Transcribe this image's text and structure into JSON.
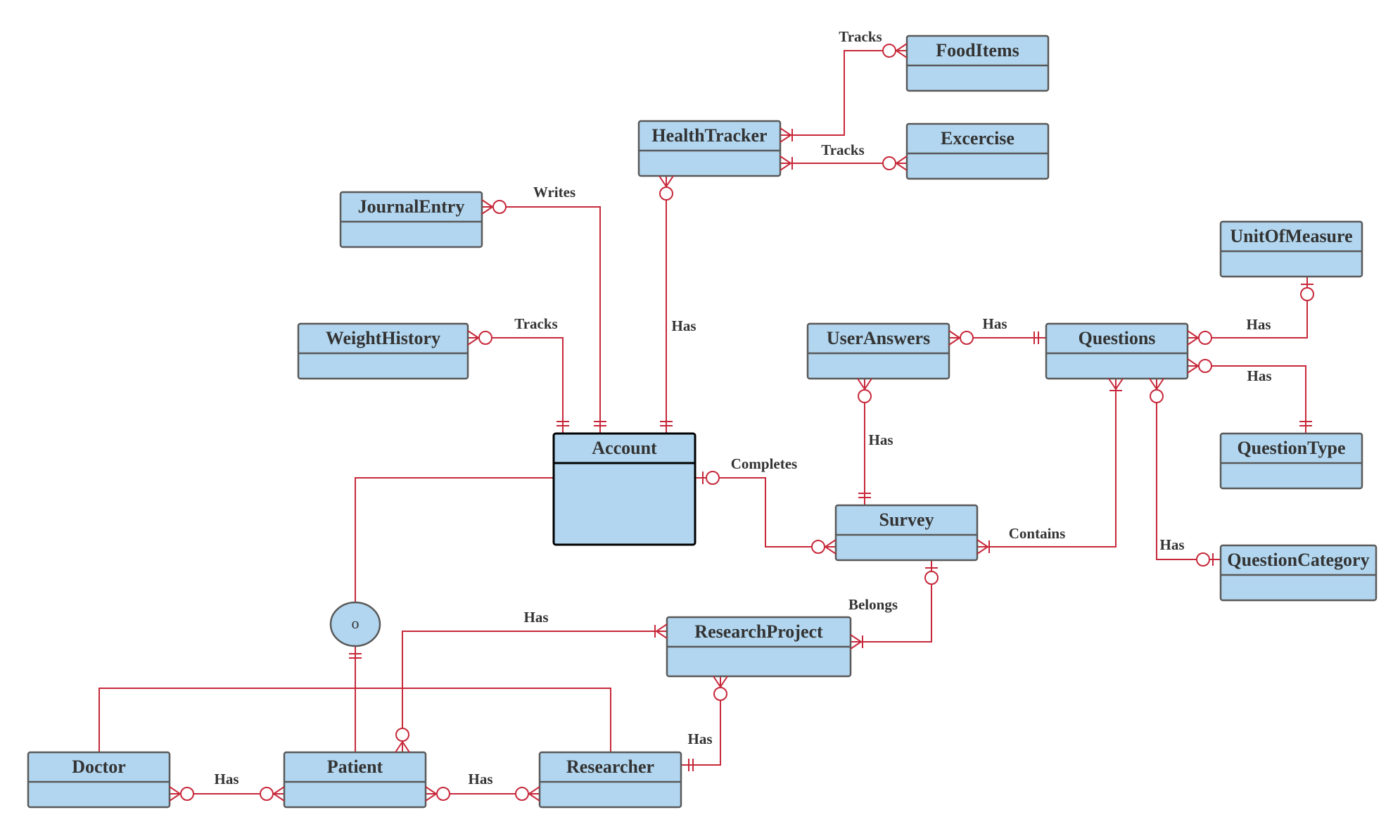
{
  "diagram": {
    "type": "entity-relationship",
    "colors": {
      "entity_fill": "#b2d6ef",
      "entity_stroke": "#595959",
      "entity_stroke_selected": "#000000",
      "relationship_line": "#c7283a",
      "text": "#333333"
    },
    "entities": [
      {
        "id": "food",
        "name": "FoodItems"
      },
      {
        "id": "exercise",
        "name": "Excercise"
      },
      {
        "id": "health",
        "name": "HealthTracker"
      },
      {
        "id": "journal",
        "name": "JournalEntry"
      },
      {
        "id": "weight",
        "name": "WeightHistory"
      },
      {
        "id": "account",
        "name": "Account",
        "selected": true
      },
      {
        "id": "useranswers",
        "name": "UserAnswers"
      },
      {
        "id": "questions",
        "name": "Questions"
      },
      {
        "id": "uom",
        "name": "UnitOfMeasure"
      },
      {
        "id": "qtype",
        "name": "QuestionType"
      },
      {
        "id": "survey",
        "name": "Survey"
      },
      {
        "id": "qcat",
        "name": "QuestionCategory"
      },
      {
        "id": "research",
        "name": "ResearchProject"
      },
      {
        "id": "doctor",
        "name": "Doctor"
      },
      {
        "id": "patient",
        "name": "Patient"
      },
      {
        "id": "researcher",
        "name": "Researcher"
      }
    ],
    "discriminator": {
      "label": "o"
    },
    "relationships": [
      {
        "id": "r1",
        "label": "Tracks",
        "from": "HealthTracker",
        "to": "FoodItems",
        "from_card": "one-or-many",
        "to_card": "zero-or-many"
      },
      {
        "id": "r2",
        "label": "Tracks",
        "from": "HealthTracker",
        "to": "Excercise",
        "from_card": "one-or-many",
        "to_card": "zero-or-many"
      },
      {
        "id": "r3",
        "label": "Writes",
        "from": "Account",
        "to": "JournalEntry",
        "from_card": "one-and-only-one",
        "to_card": "zero-or-many"
      },
      {
        "id": "r4",
        "label": "Tracks",
        "from": "Account",
        "to": "WeightHistory",
        "from_card": "one-and-only-one",
        "to_card": "zero-or-many"
      },
      {
        "id": "r5",
        "label": "Has",
        "from": "Account",
        "to": "HealthTracker",
        "from_card": "one-and-only-one",
        "to_card": "zero-or-many"
      },
      {
        "id": "r6",
        "label": "Completes",
        "from": "Account",
        "to": "Survey",
        "from_card": "zero-or-one",
        "to_card": "zero-or-many"
      },
      {
        "id": "r7",
        "label": "Has",
        "from": "Questions",
        "to": "UserAnswers",
        "from_card": "one-and-only-one",
        "to_card": "zero-or-many"
      },
      {
        "id": "r8",
        "label": "Has",
        "from": "Survey",
        "to": "UserAnswers",
        "from_card": "one-and-only-one",
        "to_card": "zero-or-many"
      },
      {
        "id": "r9",
        "label": "Has",
        "from": "UnitOfMeasure",
        "to": "Questions",
        "from_card": "zero-or-one",
        "to_card": "zero-or-many"
      },
      {
        "id": "r10",
        "label": "Has",
        "from": "QuestionType",
        "to": "Questions",
        "from_card": "one-and-only-one",
        "to_card": "zero-or-many"
      },
      {
        "id": "r11",
        "label": "Contains",
        "from": "Survey",
        "to": "Questions",
        "from_card": "one-or-many",
        "to_card": "one-or-many"
      },
      {
        "id": "r12",
        "label": "Has",
        "from": "QuestionCategory",
        "to": "Questions",
        "from_card": "zero-or-one",
        "to_card": "zero-or-many"
      },
      {
        "id": "r13",
        "label": "Belongs",
        "from": "Survey",
        "to": "ResearchProject",
        "from_card": "zero-or-one",
        "to_card": "one-or-many"
      },
      {
        "id": "r14",
        "label": "Has",
        "from": "ResearchProject",
        "to": "Patient",
        "from_card": "one-or-many",
        "to_card": "zero-or-many"
      },
      {
        "id": "r15",
        "label": "Has",
        "from": "Researcher",
        "to": "ResearchProject",
        "from_card": "one-and-only-one",
        "to_card": "zero-or-many"
      },
      {
        "id": "r16",
        "label": "Has",
        "from": "Doctor",
        "to": "Patient",
        "from_card": "zero-or-many",
        "to_card": "zero-or-many"
      },
      {
        "id": "r17",
        "label": "Has",
        "from": "Patient",
        "to": "Researcher",
        "from_card": "zero-or-many",
        "to_card": "zero-or-many"
      },
      {
        "id": "r18",
        "label": "",
        "from": "Account",
        "to": "Patient",
        "via": "discriminator",
        "to_card": "one-and-only-one"
      }
    ]
  }
}
